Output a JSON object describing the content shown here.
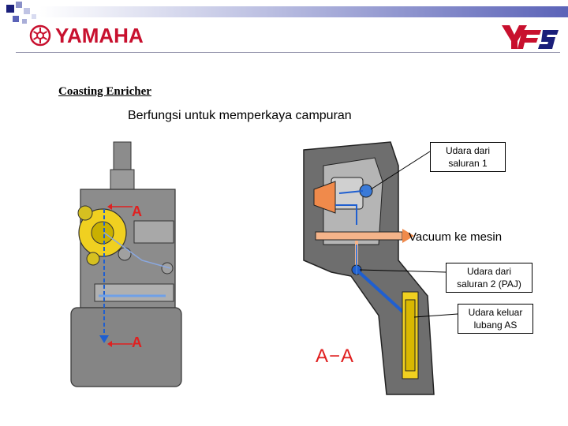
{
  "header": {
    "brand": "YAMAHA",
    "logos": [
      "yamaha-tuning-fork-logo",
      "yes-logo"
    ]
  },
  "slide": {
    "title": "Coasting Enricher",
    "subtitle": "Berfungsi untuk memperkaya campuran"
  },
  "diagram": {
    "section_marker": "A",
    "section_view_label": "A−A",
    "callouts": {
      "air_from_passage_1": "Udara dari\nsaluran 1",
      "vacuum_to_engine": "Vacuum ke mesin",
      "air_from_passage_2": "Udara dari\nsaluran 2 (PAJ)",
      "air_out_as_hole": "Udara keluar\nlubang AS"
    },
    "colors": {
      "section_red": "#e02020",
      "air_blue": "#1f5fd0",
      "vacuum_orange": "#f08a4b",
      "fuel_yellow": "#f0d020",
      "body_gray": "#8c8c8c"
    }
  }
}
